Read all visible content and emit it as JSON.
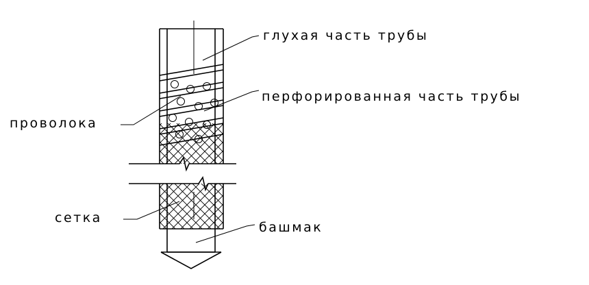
{
  "labels": {
    "blind": "глухая часть трубы",
    "perforated": "перфорированная часть трубы",
    "wire": "проволока",
    "mesh": "сетка",
    "shoe": "башмак"
  }
}
